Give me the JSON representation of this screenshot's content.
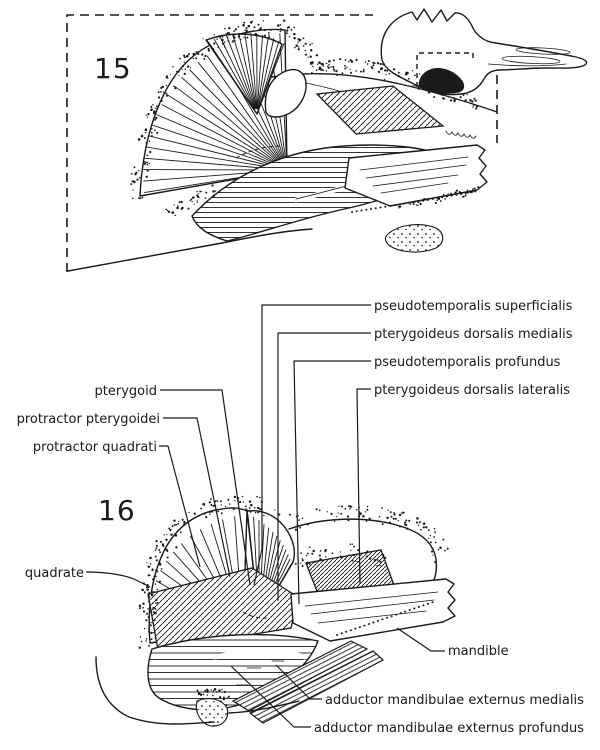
{
  "colors": {
    "ink": "#1a1a1a",
    "paper": "#ffffff"
  },
  "fig15": {
    "number": "15"
  },
  "fig16": {
    "number": "16"
  },
  "labels": {
    "pseudotemporalis_superficialis": "pseudotemporalis superficialis",
    "pterygoideus_dorsalis_medialis": "pterygoideus dorsalis medialis",
    "pseudotemporalis_profundus": "pseudotemporalis profundus",
    "pterygoideus_dorsalis_lateralis": "pterygoideus dorsalis lateralis",
    "pterygoid": "pterygoid",
    "protractor_pterygoidei": "protractor pterygoidei",
    "protractor_quadrati": "protractor quadrati",
    "quadrate": "quadrate",
    "mandible": "mandible",
    "adductor_mandibulae_externus_medialis": "adductor mandibulae externus medialis",
    "adductor_mandibulae_externus_profundus": "adductor mandibulae externus profundus"
  }
}
